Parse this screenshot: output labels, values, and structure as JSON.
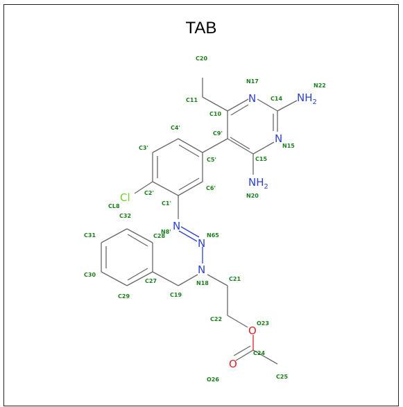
{
  "title": "TAB",
  "elements": {
    "N17": "N",
    "N15": "N",
    "N22": "NH",
    "N20": "NH",
    "Cl": "Cl",
    "N8": "N",
    "N65": "N",
    "N18": "N",
    "O23": "O",
    "O26": "O",
    "h_sub": "2"
  },
  "atom_labels": {
    "C20": "C20",
    "N17": "N17",
    "N22": "N22",
    "C11": "C11",
    "C14": "C14",
    "C10": "C10",
    "C9p": "C9'",
    "C4p": "C4'",
    "N15": "N15",
    "C3p": "C3'",
    "C5p": "C5'",
    "C15": "C15",
    "C2p": "C2'",
    "C6p": "C6'",
    "N20": "N20",
    "C1p": "C1'",
    "CL8": "CL8",
    "C32": "C32",
    "N8p": "N8'",
    "C28": "C28",
    "N65": "N65",
    "C31": "C31",
    "C21": "C21",
    "C30": "C30",
    "C27": "C27",
    "N18": "N18",
    "C29": "C29",
    "C19": "C19",
    "C22": "C22",
    "O23": "O23",
    "C24": "C24",
    "O26": "O26",
    "C25": "C25"
  },
  "colors": {
    "carbon_bond": "#666666",
    "nitrogen": "#2a3fd6",
    "oxygen": "#e02020",
    "chlorine": "#6fd12a",
    "atom_label": "#1a7f1a"
  }
}
